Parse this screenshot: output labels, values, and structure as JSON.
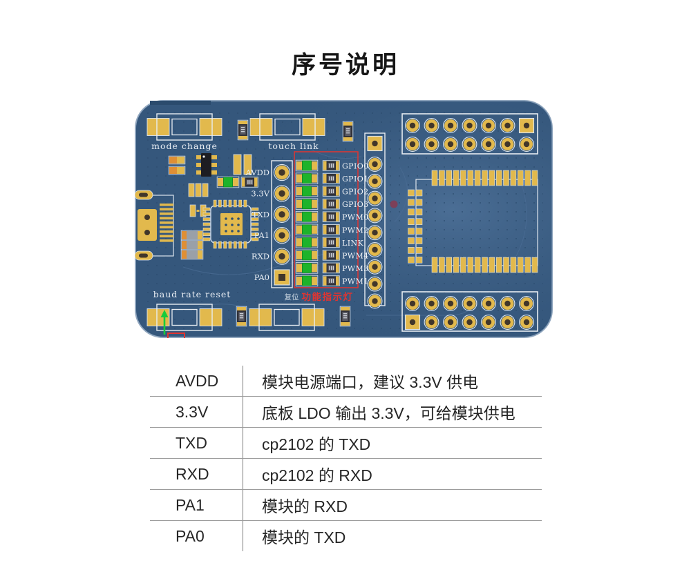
{
  "header": {
    "title": "序号说明"
  },
  "pcb": {
    "silkscreen": {
      "mode_change": "mode change",
      "touch_link": "touch link",
      "baud_rate_reset": "baud rate reset",
      "reset_cn": "复位"
    },
    "pin_labels": [
      "AVDD",
      "3.3V",
      "TXD",
      "PA1",
      "RXD",
      "PA0"
    ],
    "led_labels": [
      "GPIO0",
      "GPIO1",
      "GPIO2",
      "GPIO3",
      "PWM0",
      "PWM2",
      "LINK",
      "PWM4",
      "PWM3",
      "PWM1"
    ],
    "annotation": {
      "function_leds": "功能指示灯"
    },
    "colors": {
      "board_blue": "#35577c",
      "pad_gold": "#e2b94d",
      "silkscreen_white": "#e9eef4",
      "led_green": "#1db32a",
      "annotation_red": "#e23430"
    }
  },
  "table": {
    "rows": [
      {
        "pin": "AVDD",
        "desc": "模块电源端口，建议 3.3V 供电"
      },
      {
        "pin": "3.3V",
        "desc": "底板 LDO 输出 3.3V，可给模块供电"
      },
      {
        "pin": "TXD",
        "desc": "cp2102 的 TXD"
      },
      {
        "pin": "RXD",
        "desc": "cp2102 的 RXD"
      },
      {
        "pin": "PA1",
        "desc": "模块的 RXD"
      },
      {
        "pin": "PA0",
        "desc": "模块的 TXD"
      }
    ]
  }
}
